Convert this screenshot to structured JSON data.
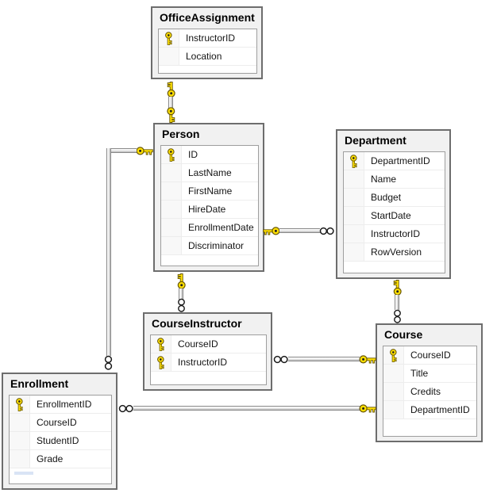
{
  "diagram": {
    "kind": "database-diagram",
    "tables": [
      {
        "title": "OfficeAssignment",
        "rows": [
          {
            "name": "InstructorID",
            "pk": true
          },
          {
            "name": "Location",
            "pk": false
          }
        ]
      },
      {
        "title": "Person",
        "rows": [
          {
            "name": "ID",
            "pk": true
          },
          {
            "name": "LastName",
            "pk": false
          },
          {
            "name": "FirstName",
            "pk": false
          },
          {
            "name": "HireDate",
            "pk": false
          },
          {
            "name": "EnrollmentDate",
            "pk": false
          },
          {
            "name": "Discriminator",
            "pk": false
          }
        ]
      },
      {
        "title": "Department",
        "rows": [
          {
            "name": "DepartmentID",
            "pk": true
          },
          {
            "name": "Name",
            "pk": false
          },
          {
            "name": "Budget",
            "pk": false
          },
          {
            "name": "StartDate",
            "pk": false
          },
          {
            "name": "InstructorID",
            "pk": false
          },
          {
            "name": "RowVersion",
            "pk": false
          }
        ]
      },
      {
        "title": "CourseInstructor",
        "rows": [
          {
            "name": "CourseID",
            "pk": true
          },
          {
            "name": "InstructorID",
            "pk": true
          }
        ]
      },
      {
        "title": "Enrollment",
        "rows": [
          {
            "name": "EnrollmentID",
            "pk": true
          },
          {
            "name": "CourseID",
            "pk": false
          },
          {
            "name": "StudentID",
            "pk": false
          },
          {
            "name": "Grade",
            "pk": false
          }
        ]
      },
      {
        "title": "Course",
        "rows": [
          {
            "name": "CourseID",
            "pk": true
          },
          {
            "name": "Title",
            "pk": false
          },
          {
            "name": "Credits",
            "pk": false
          },
          {
            "name": "DepartmentID",
            "pk": false
          }
        ]
      }
    ],
    "relationships": [
      {
        "one": "Person",
        "many": "OfficeAssignment",
        "cardinality": "one-to-one"
      },
      {
        "one": "Person",
        "many": "Enrollment",
        "cardinality": "one-to-many"
      },
      {
        "one": "Person",
        "many": "Department",
        "cardinality": "one-to-many"
      },
      {
        "one": "Person",
        "many": "CourseInstructor",
        "cardinality": "one-to-many"
      },
      {
        "one": "Department",
        "many": "Course",
        "cardinality": "one-to-many"
      },
      {
        "one": "Course",
        "many": "CourseInstructor",
        "cardinality": "one-to-many"
      },
      {
        "one": "Course",
        "many": "Enrollment",
        "cardinality": "one-to-many"
      }
    ],
    "colors": {
      "key_fill": "#ffe000",
      "key_outline": "#665500",
      "table_bg": "#f1f1f1",
      "table_border": "#6d6d6d",
      "grid_border": "#9e9e9e",
      "row_separator": "#ededed",
      "connector": "#898989",
      "background": "#ffffff"
    }
  }
}
